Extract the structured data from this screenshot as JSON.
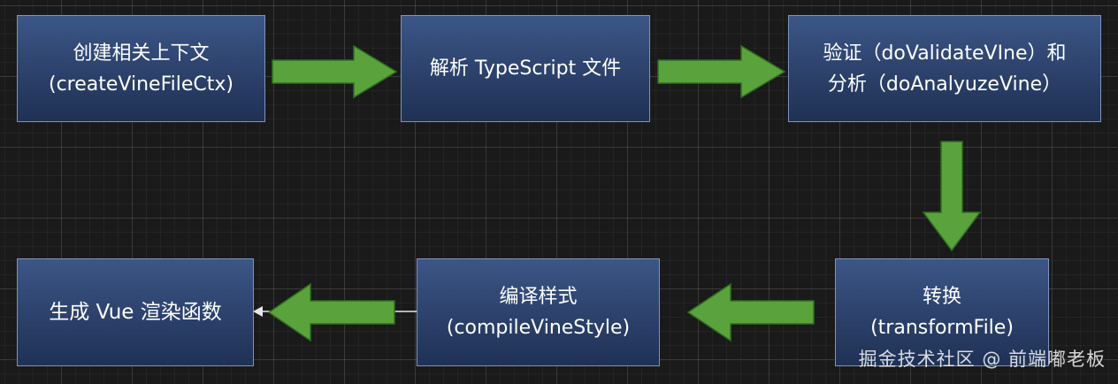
{
  "diagram": {
    "nodes": [
      {
        "id": "create-context",
        "lines": [
          "创建相关上下文",
          "(createVineFileCtx)"
        ]
      },
      {
        "id": "parse-typescript",
        "lines": [
          "解析 TypeScript 文件"
        ]
      },
      {
        "id": "validate-analyze",
        "lines": [
          "验证（doValidateVIne）和",
          "分析（doAnalyuzeVine）"
        ]
      },
      {
        "id": "transform",
        "lines": [
          "转换",
          "(transformFile)"
        ]
      },
      {
        "id": "compile-style",
        "lines": [
          "编译样式",
          "(compileVineStyle)"
        ]
      },
      {
        "id": "generate-render",
        "lines": [
          "生成 Vue 渲染函数"
        ]
      }
    ],
    "edges": [
      {
        "from": "create-context",
        "to": "parse-typescript"
      },
      {
        "from": "parse-typescript",
        "to": "validate-analyze"
      },
      {
        "from": "validate-analyze",
        "to": "transform"
      },
      {
        "from": "transform",
        "to": "compile-style"
      },
      {
        "from": "compile-style",
        "to": "generate-render"
      }
    ],
    "colors": {
      "node_fill": "#2c416b",
      "node_border": "#7e93bd",
      "arrow": "#5aa33c",
      "background": "#1a1a1a"
    }
  },
  "watermark": "掘金技术社区 @ 前端嘟老板"
}
